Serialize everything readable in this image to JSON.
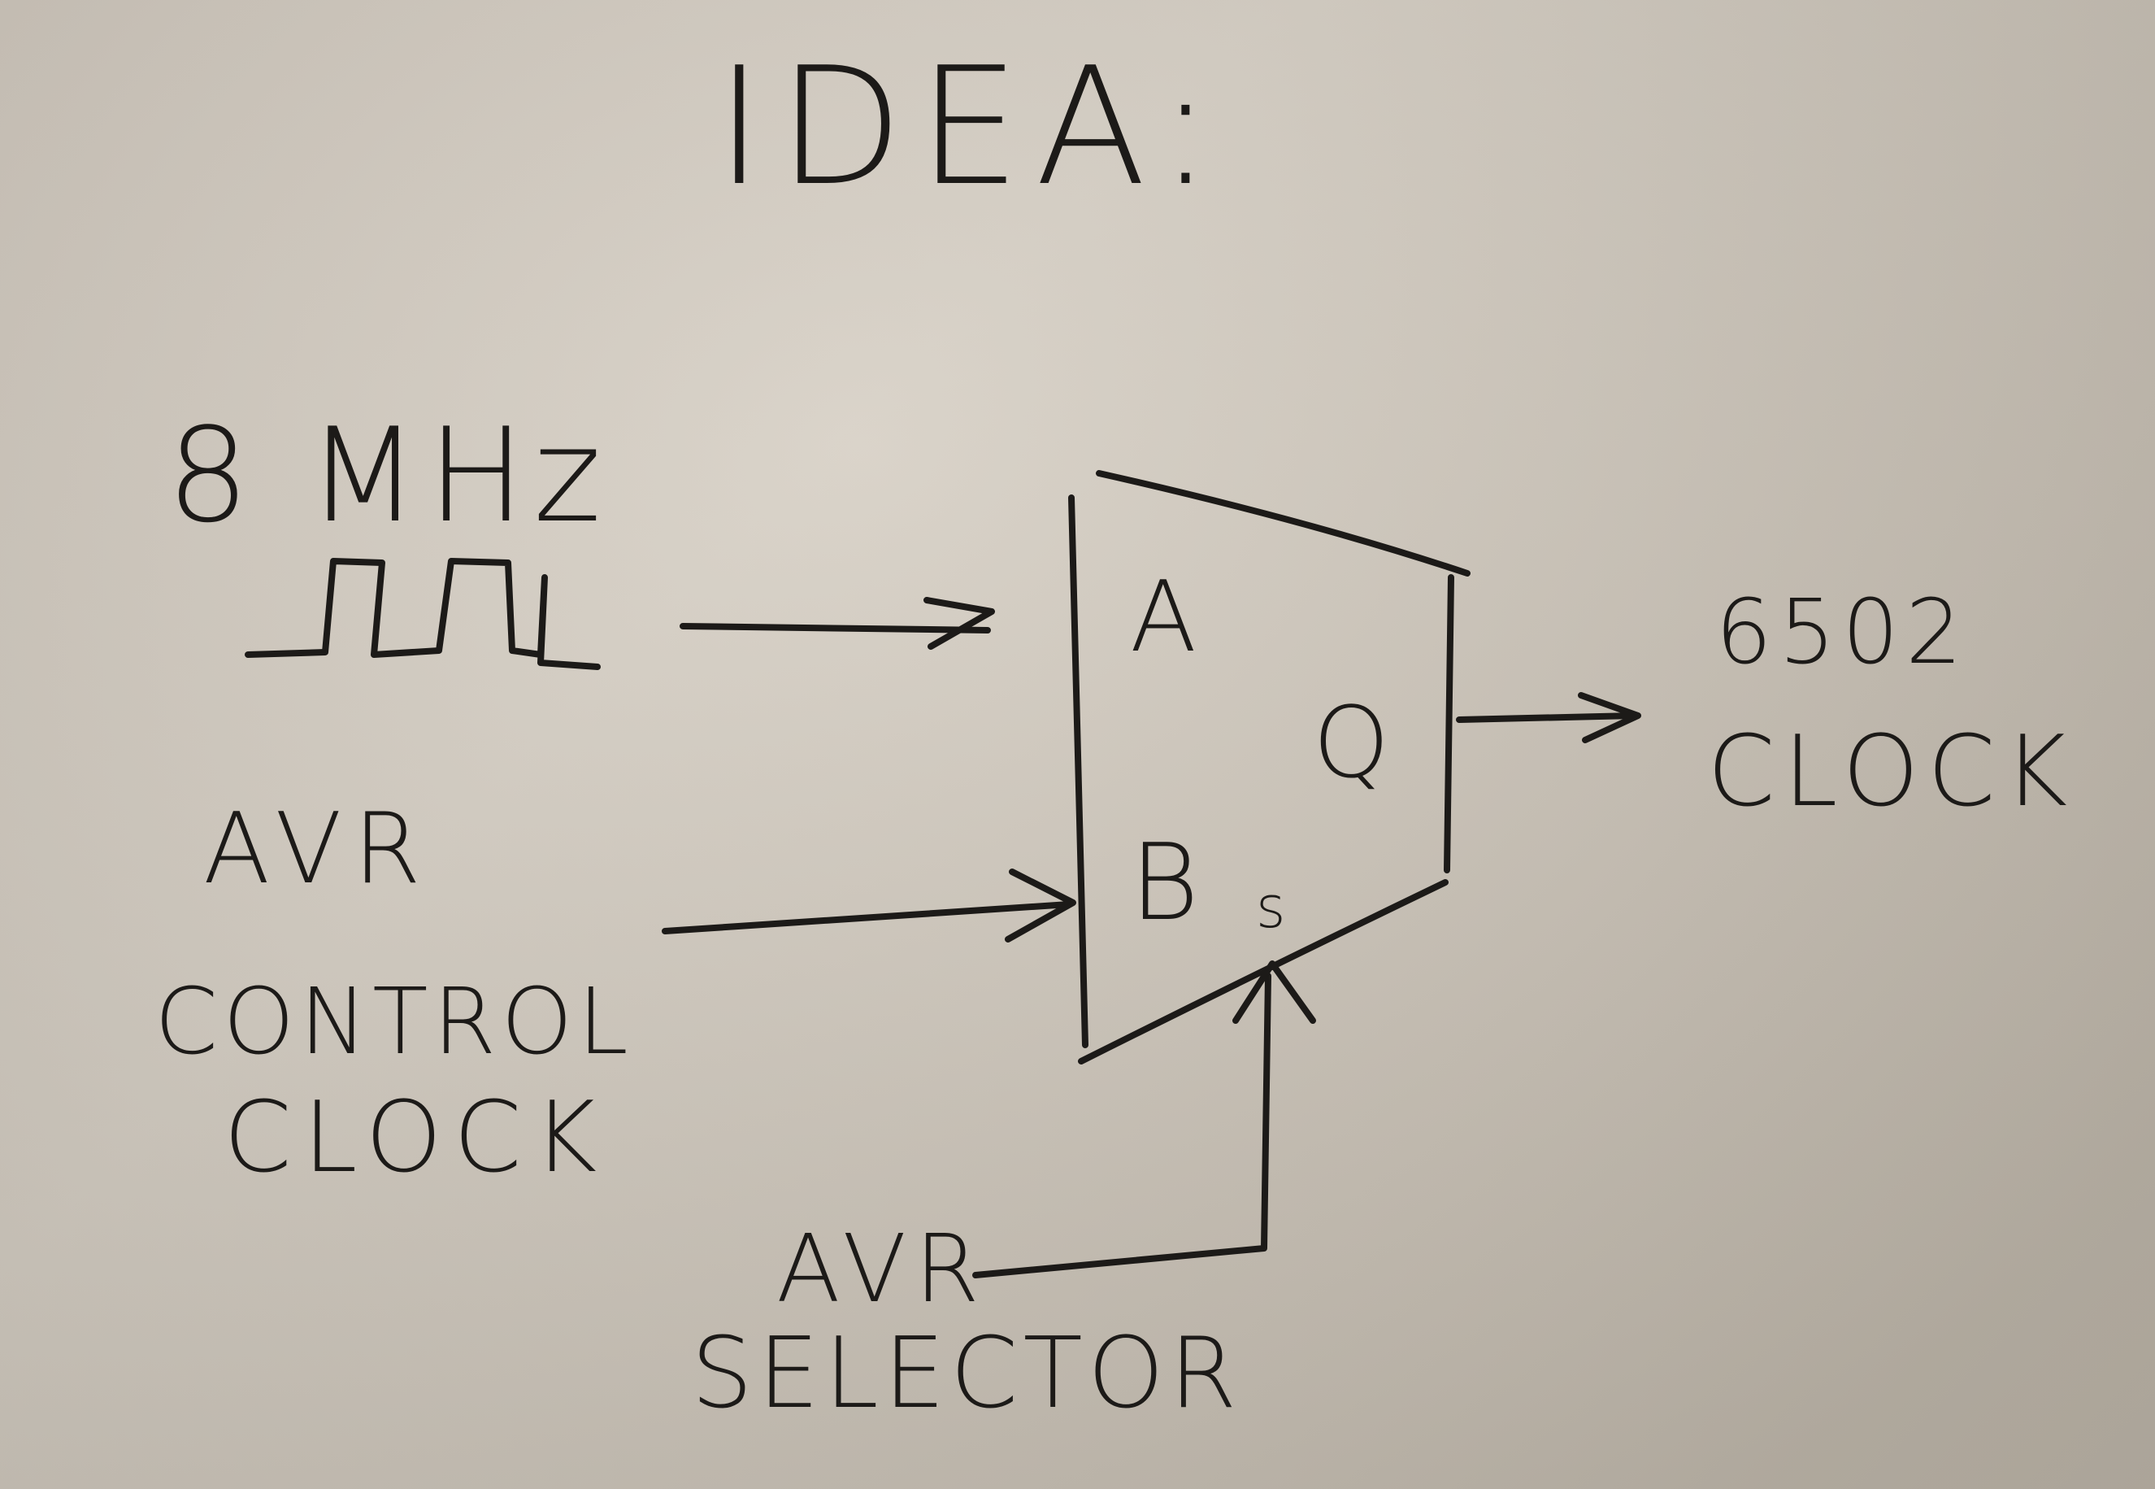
{
  "title": "IDEA:",
  "inputs": {
    "clock_8mhz": "8 MHz",
    "avr_clock_line1": "AVR",
    "avr_clock_line2": "CONTROL",
    "avr_clock_line3": "CLOCK"
  },
  "mux": {
    "port_a": "A",
    "port_b": "B",
    "port_q": "Q",
    "port_s": "s"
  },
  "output": {
    "line1": "6502",
    "line2": "CLOCK"
  },
  "selector": {
    "line1": "AVR",
    "line2": "SELECTOR"
  }
}
